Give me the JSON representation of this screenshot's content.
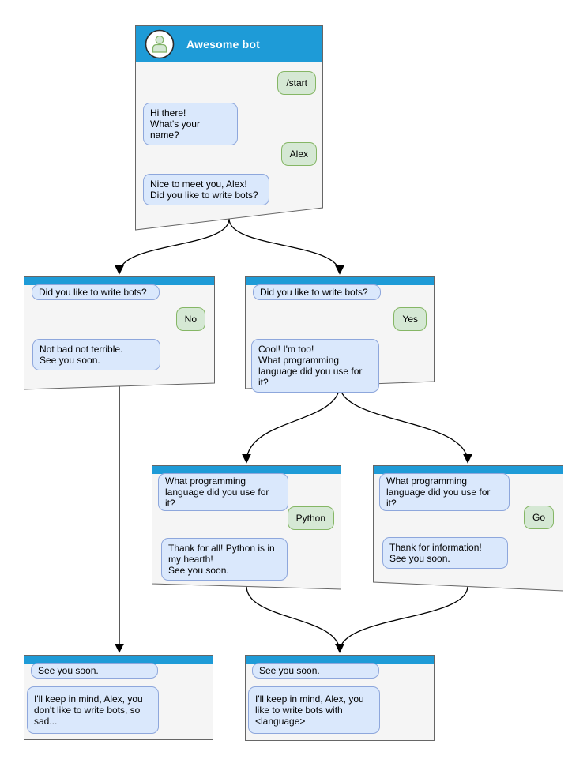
{
  "diagram_type": "chatbot-conversation-flow",
  "colors": {
    "header_blue": "#1e9bd7",
    "window_fill": "#f5f5f5",
    "window_stroke": "#666666",
    "bot_bubble_fill": "#dae8fc",
    "bot_bubble_stroke": "#8ea7dc",
    "user_bubble_fill": "#d5e8d4",
    "user_bubble_stroke": "#85b665",
    "edge_color": "#000000"
  },
  "icons": {
    "avatar": "person-icon"
  },
  "windows": [
    {
      "name": "start",
      "title": "Awesome bot",
      "messages": [
        {
          "from": "user",
          "text": "/start"
        },
        {
          "from": "bot",
          "text": "Hi there!\nWhat's your name?"
        },
        {
          "from": "user",
          "text": "Alex"
        },
        {
          "from": "bot",
          "text": "Nice to meet you, Alex!\nDid you like to write bots?"
        }
      ]
    },
    {
      "name": "branch-no",
      "messages": [
        {
          "from": "bot",
          "text": "Did you like to write bots?"
        },
        {
          "from": "user",
          "text": "No"
        },
        {
          "from": "bot",
          "text": "Not bad not terrible.\nSee you soon."
        }
      ]
    },
    {
      "name": "branch-yes",
      "messages": [
        {
          "from": "bot",
          "text": "Did you like to write bots?"
        },
        {
          "from": "user",
          "text": "Yes"
        },
        {
          "from": "bot",
          "text": "Cool! I'm too!\nWhat programming\nlanguage did you use for it?"
        }
      ]
    },
    {
      "name": "lang-python",
      "messages": [
        {
          "from": "bot",
          "text": "What programming\nlanguage did you use for it?"
        },
        {
          "from": "user",
          "text": "Python"
        },
        {
          "from": "bot",
          "text": "Thank for all! Python is in\nmy hearth!\nSee you soon."
        }
      ]
    },
    {
      "name": "lang-go",
      "messages": [
        {
          "from": "bot",
          "text": "What programming\nlanguage did you use for it?"
        },
        {
          "from": "user",
          "text": "Go"
        },
        {
          "from": "bot",
          "text": "Thank for information!\nSee you soon."
        }
      ]
    },
    {
      "name": "end-no",
      "messages": [
        {
          "from": "bot",
          "text": "See you soon."
        },
        {
          "from": "bot",
          "text": "I'll keep in mind, Alex, you\ndon't like to write bots, so\nsad..."
        }
      ]
    },
    {
      "name": "end-yes",
      "messages": [
        {
          "from": "bot",
          "text": "See you soon."
        },
        {
          "from": "bot",
          "text": "I'll keep in mind, Alex, you\nlike to write bots with\n<language>"
        }
      ]
    }
  ]
}
